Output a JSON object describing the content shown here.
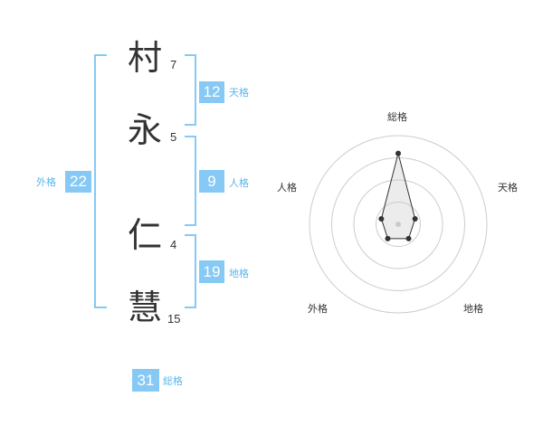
{
  "name": {
    "chars": [
      {
        "char": "村",
        "strokes": "7"
      },
      {
        "char": "永",
        "strokes": "5"
      },
      {
        "char": "仁",
        "strokes": "4"
      },
      {
        "char": "慧",
        "strokes": "15"
      }
    ]
  },
  "fortunes": {
    "tenkaku": {
      "value": "12",
      "label": "天格"
    },
    "jinkaku": {
      "value": "9",
      "label": "人格"
    },
    "chikaku": {
      "value": "19",
      "label": "地格"
    },
    "gaikaku": {
      "value": "22",
      "label": "外格"
    },
    "soukaku": {
      "value": "31",
      "label": "総格"
    }
  },
  "colors": {
    "accent": "#86c9f5",
    "accent_text": "#5cb6ea"
  },
  "chart_data": {
    "type": "radar",
    "axes": [
      "総格",
      "天格",
      "地格",
      "外格",
      "人格"
    ],
    "values": [
      4,
      1,
      1,
      1,
      1
    ],
    "rmax": 5,
    "rings": 4
  }
}
